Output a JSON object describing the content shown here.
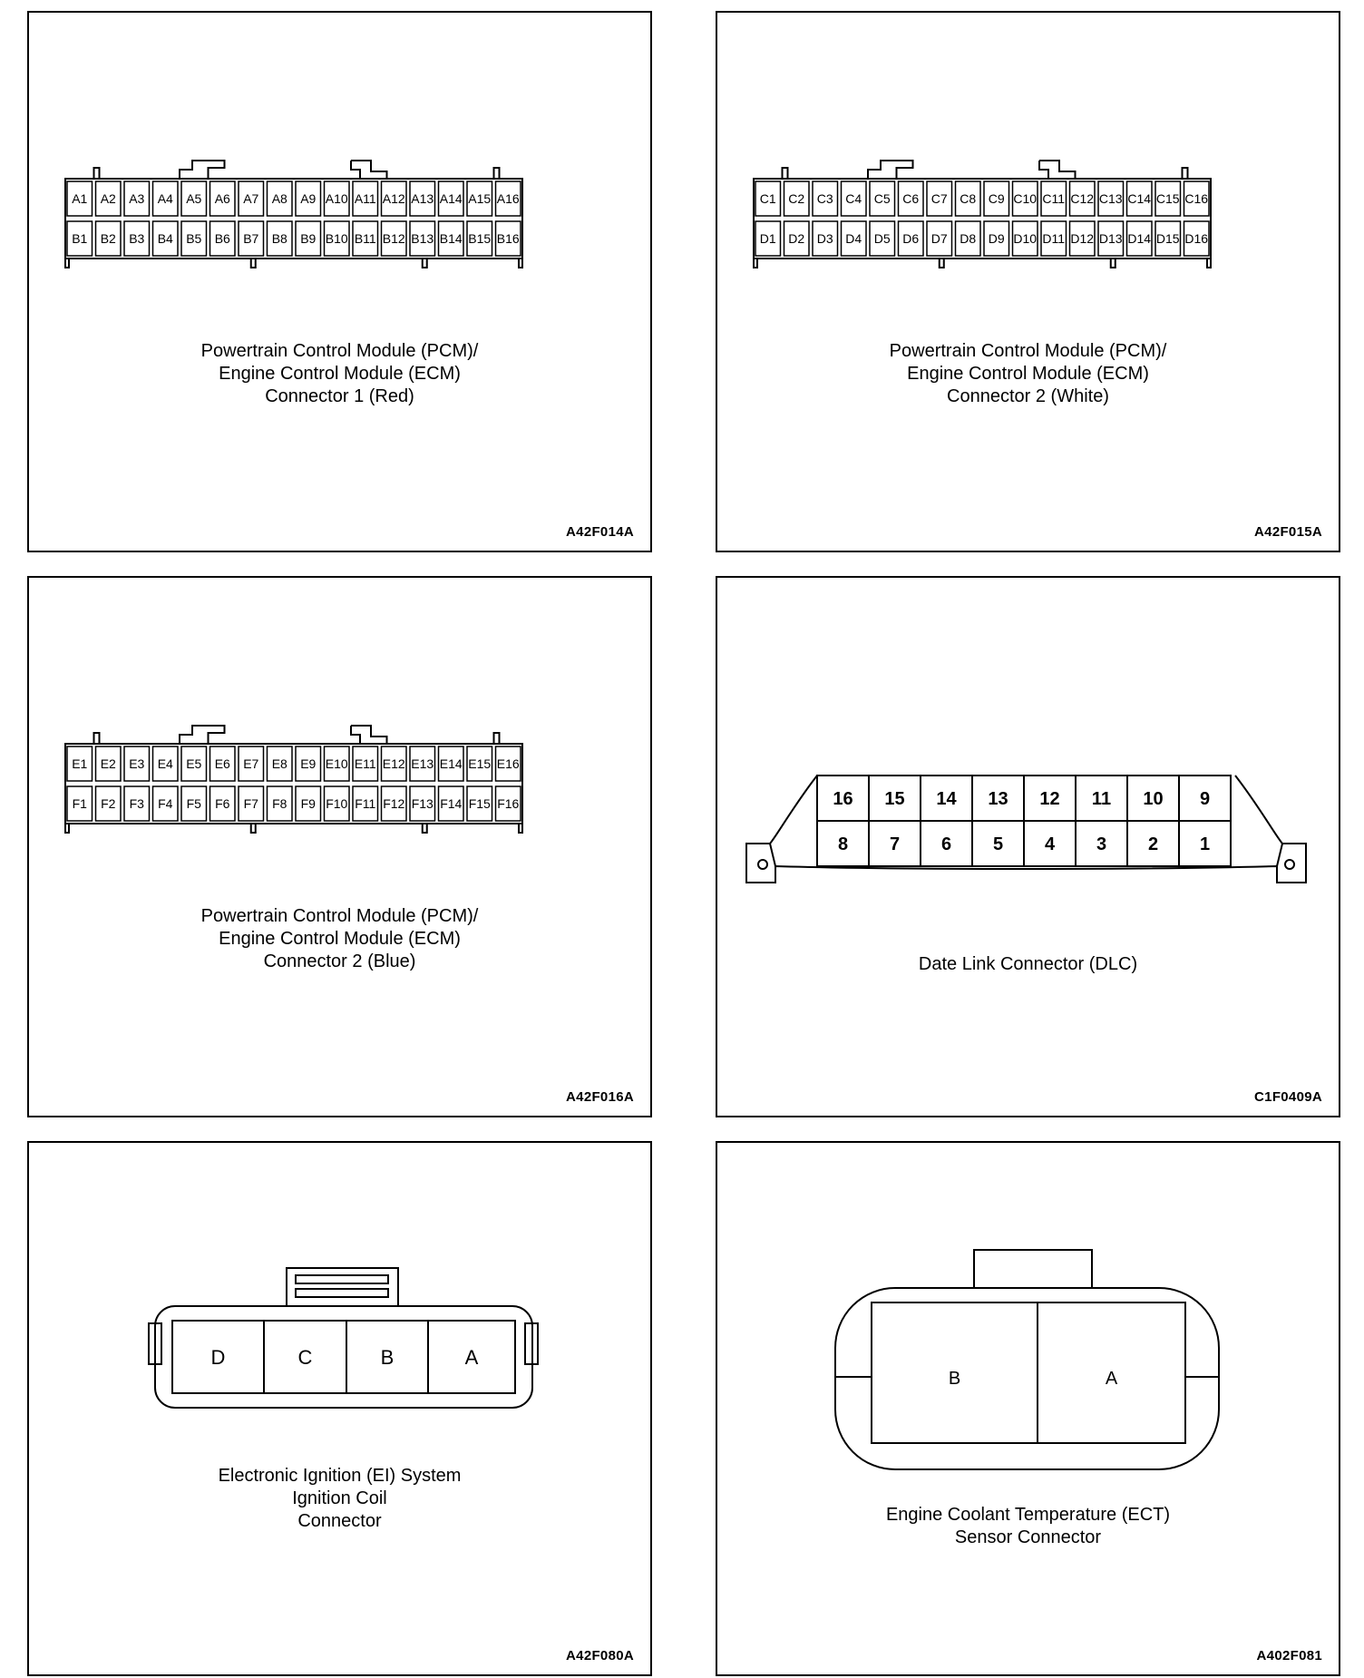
{
  "panels": [
    {
      "id": "pcm1",
      "caption": [
        "Powertrain Control Module (PCM)/",
        "Engine Control Module (ECM)",
        "Connector 1 (Red)"
      ],
      "code": "A42F014A",
      "rows": [
        [
          "A1",
          "A2",
          "A3",
          "A4",
          "A5",
          "A6",
          "A7",
          "A8",
          "A9",
          "A10",
          "A11",
          "A12",
          "A13",
          "A14",
          "A15",
          "A16"
        ],
        [
          "B1",
          "B2",
          "B3",
          "B4",
          "B5",
          "B6",
          "B7",
          "B8",
          "B9",
          "B10",
          "B11",
          "B12",
          "B13",
          "B14",
          "B15",
          "B16"
        ]
      ]
    },
    {
      "id": "pcm2w",
      "caption": [
        "Powertrain Control Module (PCM)/",
        "Engine Control Module (ECM)",
        "Connector 2 (White)"
      ],
      "code": "A42F015A",
      "rows": [
        [
          "C1",
          "C2",
          "C3",
          "C4",
          "C5",
          "C6",
          "C7",
          "C8",
          "C9",
          "C10",
          "C11",
          "C12",
          "C13",
          "C14",
          "C15",
          "C16"
        ],
        [
          "D1",
          "D2",
          "D3",
          "D4",
          "D5",
          "D6",
          "D7",
          "D8",
          "D9",
          "D10",
          "D11",
          "D12",
          "D13",
          "D14",
          "D15",
          "D16"
        ]
      ]
    },
    {
      "id": "pcm2b",
      "caption": [
        "Powertrain Control Module (PCM)/",
        "Engine Control Module (ECM)",
        "Connector 2 (Blue)"
      ],
      "code": "A42F016A",
      "rows": [
        [
          "E1",
          "E2",
          "E3",
          "E4",
          "E5",
          "E6",
          "E7",
          "E8",
          "E9",
          "E10",
          "E11",
          "E12",
          "E13",
          "E14",
          "E15",
          "E16"
        ],
        [
          "F1",
          "F2",
          "F3",
          "F4",
          "F5",
          "F6",
          "F7",
          "F8",
          "F9",
          "F10",
          "F11",
          "F12",
          "F13",
          "F14",
          "F15",
          "F16"
        ]
      ]
    },
    {
      "id": "dlc",
      "caption": [
        "Date Link Connector (DLC)"
      ],
      "code": "C1F0409A",
      "rows": [
        [
          "16",
          "15",
          "14",
          "13",
          "12",
          "11",
          "10",
          "9"
        ],
        [
          "8",
          "7",
          "6",
          "5",
          "4",
          "3",
          "2",
          "1"
        ]
      ]
    },
    {
      "id": "ei",
      "caption": [
        "Electronic Ignition (EI) System",
        "Ignition Coil",
        "Connector"
      ],
      "code": "A42F080A",
      "pins": [
        "D",
        "C",
        "B",
        "A"
      ]
    },
    {
      "id": "ect",
      "caption": [
        "Engine Coolant Temperature (ECT)",
        "Sensor Connector"
      ],
      "code": "A402F081",
      "pins": [
        "B",
        "A"
      ]
    }
  ]
}
